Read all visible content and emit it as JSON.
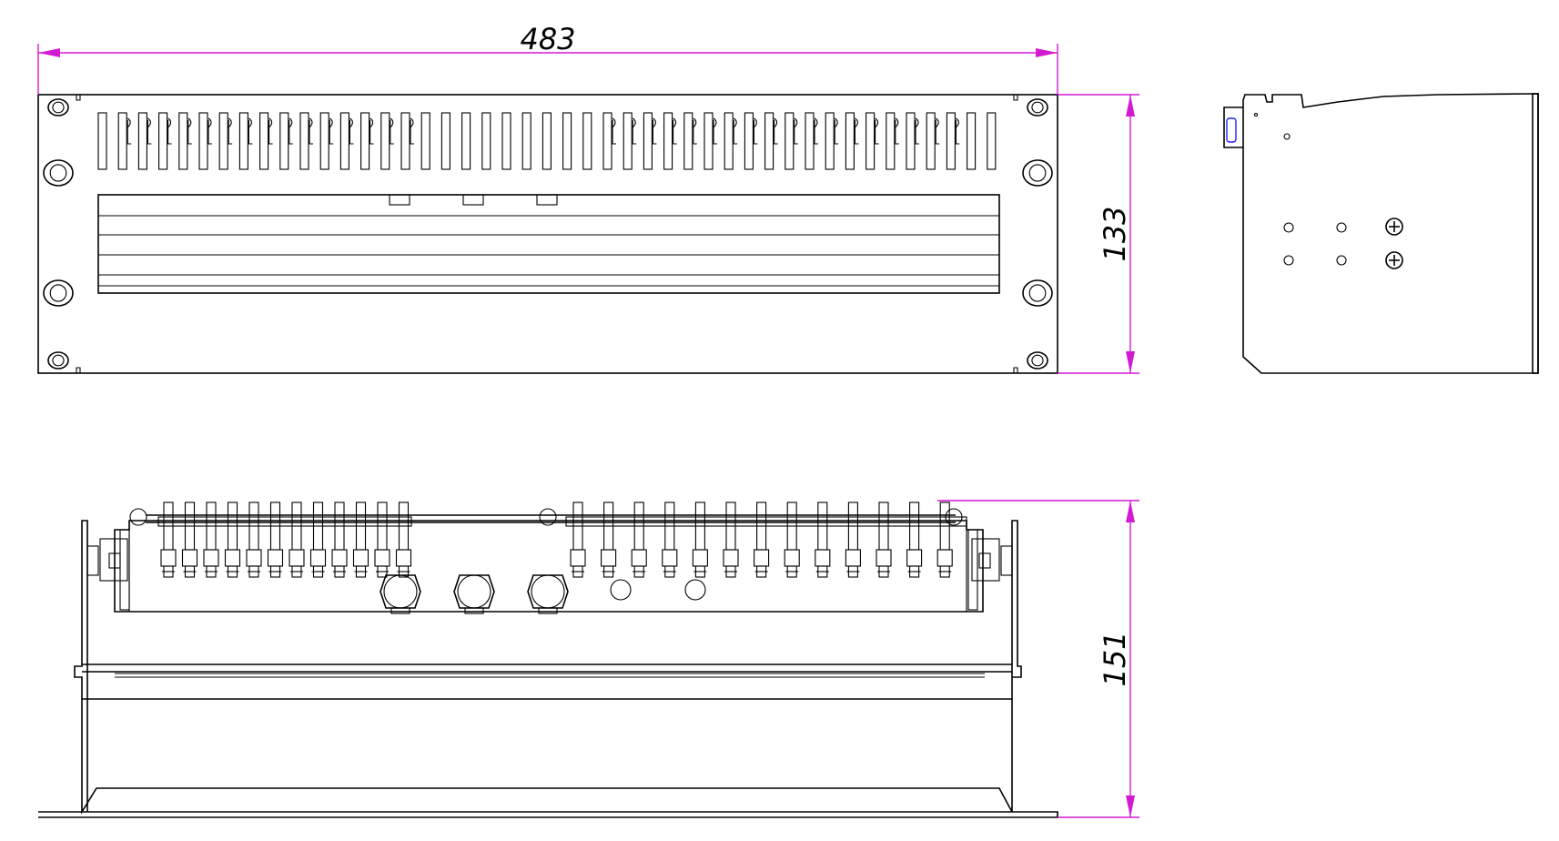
{
  "dimensions": {
    "width": "483",
    "height_front": "133",
    "depth_top": "151"
  },
  "colors": {
    "line": "#000000",
    "dimension": "#d21ad2",
    "accent": "#2222ff",
    "background": "#ffffff"
  },
  "views": [
    "front-view",
    "side-view",
    "top-view"
  ]
}
